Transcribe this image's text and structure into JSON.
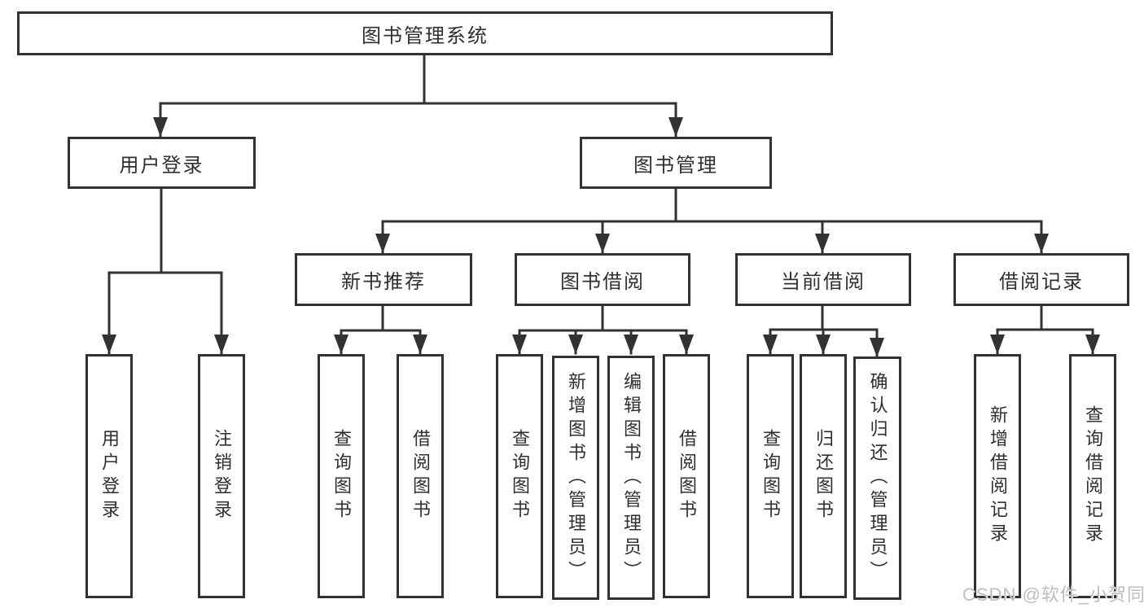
{
  "diagram_type": "hierarchy-tree",
  "colors": {
    "line": "#323232",
    "box_border": "#323232",
    "text": "#2f2f2f",
    "watermark": "#bdbdbd",
    "background": "#ffffff"
  },
  "tree": {
    "label": "图书管理系统",
    "children": [
      {
        "label": "用户登录",
        "children": [
          {
            "label": "用户登录"
          },
          {
            "label": "注销登录"
          }
        ]
      },
      {
        "label": "图书管理",
        "children": [
          {
            "label": "新书推荐",
            "children": [
              {
                "label": "查询图书"
              },
              {
                "label": "借阅图书"
              }
            ]
          },
          {
            "label": "图书借阅",
            "children": [
              {
                "label": "查询图书"
              },
              {
                "label": "新增图书（管理员）"
              },
              {
                "label": "编辑图书（管理员）"
              },
              {
                "label": "借阅图书"
              }
            ]
          },
          {
            "label": "当前借阅",
            "children": [
              {
                "label": "查询图书"
              },
              {
                "label": "归还图书"
              },
              {
                "label": "确认归还（管理员）"
              }
            ]
          },
          {
            "label": "借阅记录",
            "children": [
              {
                "label": "新增借阅记录"
              },
              {
                "label": "查询借阅记录"
              }
            ]
          }
        ]
      }
    ]
  },
  "watermark": {
    "text": "CSDN @软件_小贺同学"
  }
}
